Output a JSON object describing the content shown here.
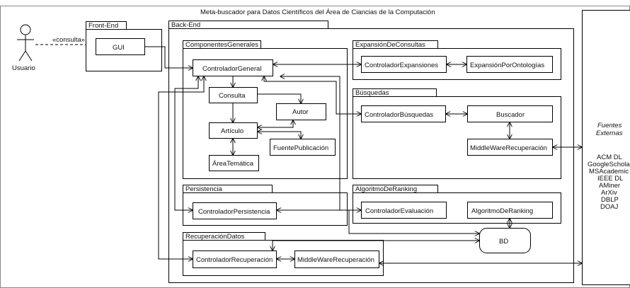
{
  "title": "Meta-buscador para Datos Científicos del Área de Ciancias de la Computación",
  "actor": {
    "label": "Usuario"
  },
  "consulta_label": "«consulta»",
  "front_end": {
    "title": "Front-End",
    "gui": "GUI"
  },
  "back_end": {
    "title": "Back-End"
  },
  "packages": {
    "componentes_generales": {
      "title": "ComponentesGenerales",
      "controlador": "ControladorGeneral",
      "consulta": "Consulta",
      "autor": "Autor",
      "articulo": "Artículo",
      "fuente_publicacion": "FuentePublicación",
      "area_tematica": "ÁreaTemática"
    },
    "persistencia": {
      "title": "Persistencia",
      "controlador": "ControladorPersistencia"
    },
    "recuperacion_datos": {
      "title": "RecuperaciónDatos",
      "controlador": "ControladorRecuperación",
      "middleware": "MiddleWareRecuperación"
    },
    "expansion_consultas": {
      "title": "ExpansiónDeConsultas",
      "controlador": "ControladorExpansiones",
      "expansion": "ExpansiónPorOntologías"
    },
    "busquedas": {
      "title": "Búsquedas",
      "controlador": "ControladorBúsquedas",
      "buscador": "Buscador",
      "middleware": "MiddleWareRecuperación"
    },
    "algoritmo_ranking": {
      "title": "AlgoritmoDeRanking",
      "controlador": "ControladorEvaluación",
      "algoritmo": "AlgoritmoDeRanking"
    }
  },
  "bd": "BD",
  "fuentes_externas": {
    "heading_line1": "Fuentes",
    "heading_line2": "Externas",
    "sources": [
      "ACM DL",
      "GoogleScholar",
      "MSAcademic",
      "IEEE DL",
      "AMiner",
      "ArXiv",
      "DBLP",
      "DOAJ"
    ]
  }
}
